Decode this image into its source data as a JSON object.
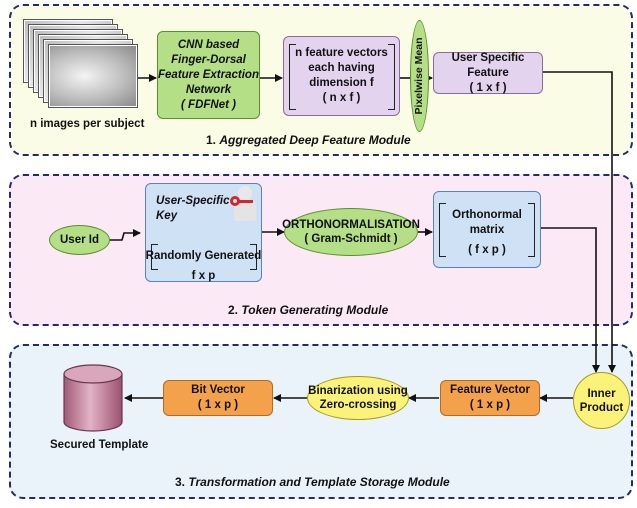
{
  "modules": [
    {
      "number": "1.",
      "title": "Aggregated Deep Feature Module"
    },
    {
      "number": "2.",
      "title": "Token Generating Module"
    },
    {
      "number": "3.",
      "title": "Transformation and Template Storage Module"
    }
  ],
  "module1": {
    "images_label": "n images per subject",
    "cnn_box": {
      "line1": "CNN based",
      "line2": "Finger-Dorsal",
      "line3": "Feature Extraction",
      "line4": "Network",
      "line5": "( FDFNet )"
    },
    "feature_vectors": {
      "line1": "n feature vectors",
      "line2": "each having",
      "line3": "dimension f",
      "line4": "( n x f )"
    },
    "pixelwise_mean": "Pixelwise Mean",
    "user_specific_feature": {
      "line1": "User Specific Feature",
      "line2": "( 1 x f )"
    }
  },
  "module2": {
    "user_id": "User Id",
    "key_box": {
      "line1": "User-Specific",
      "line2": "Key",
      "line3": "Randomly Generated",
      "line4": "f x p"
    },
    "ortho": {
      "line1": "ORTHONORMALISATION",
      "line2": "( Gram-Schmidt )"
    },
    "ortho_matrix": {
      "line1": "Orthonormal matrix",
      "line2": "( f x p )"
    }
  },
  "module3": {
    "inner_product": {
      "line1": "Inner",
      "line2": "Product"
    },
    "feature_vector": {
      "line1": "Feature Vector",
      "line2": "( 1 x p )"
    },
    "binarization": {
      "line1": "Binarization using",
      "line2": "Zero-crossing"
    },
    "bit_vector": {
      "line1": "Bit Vector",
      "line2": "( 1 x p )"
    },
    "secured_template": "Secured Template"
  },
  "colors": {
    "module1_bg": "#fbfce6",
    "module2_bg": "#fbeaf6",
    "module3_bg": "#eaf3f9",
    "green_box": "#b5df86",
    "purple_box": "#e4d3ee",
    "blue_box": "#cfe1f5",
    "orange_box": "#f3a14b",
    "yellow_circle": "#fbf27a",
    "cylinder": "#c98aa2"
  }
}
